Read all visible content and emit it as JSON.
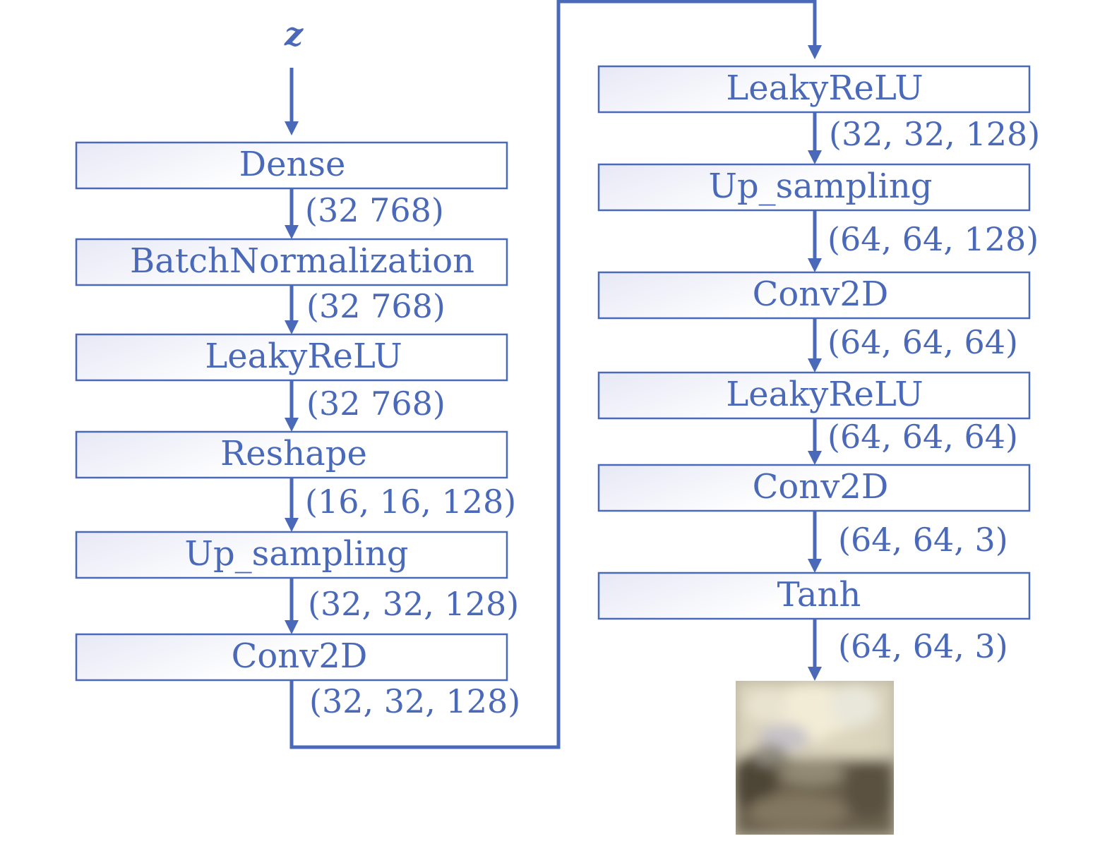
{
  "input_label": "z",
  "colors": {
    "accent": "#4a69b8",
    "box_fill_start": "#e6e8f5",
    "box_fill_end": "#ffffff",
    "background": "#ffffff"
  },
  "left_column": {
    "layers": [
      {
        "label": "Dense",
        "output_shape": "(32 768)"
      },
      {
        "label": "BatchNormalization",
        "output_shape": "(32 768)"
      },
      {
        "label": "LeakyReLU",
        "output_shape": "(32 768)"
      },
      {
        "label": "Reshape",
        "output_shape": "(16, 16, 128)"
      },
      {
        "label": "Up_sampling",
        "output_shape": "(32, 32, 128)"
      },
      {
        "label": "Conv2D",
        "output_shape": "(32, 32, 128)"
      }
    ]
  },
  "right_column": {
    "layers": [
      {
        "label": "LeakyReLU",
        "output_shape": "(32, 32, 128)"
      },
      {
        "label": "Up_sampling",
        "output_shape": "(64, 64, 128)"
      },
      {
        "label": "Conv2D",
        "output_shape": "(64, 64, 64)"
      },
      {
        "label": "LeakyReLU",
        "output_shape": "(64, 64, 64)"
      },
      {
        "label": "Conv2D",
        "output_shape": "(64, 64, 3)"
      },
      {
        "label": "Tanh",
        "output_shape": "(64, 64, 3)"
      }
    ]
  },
  "output_image": {
    "icon": "generated-image"
  }
}
